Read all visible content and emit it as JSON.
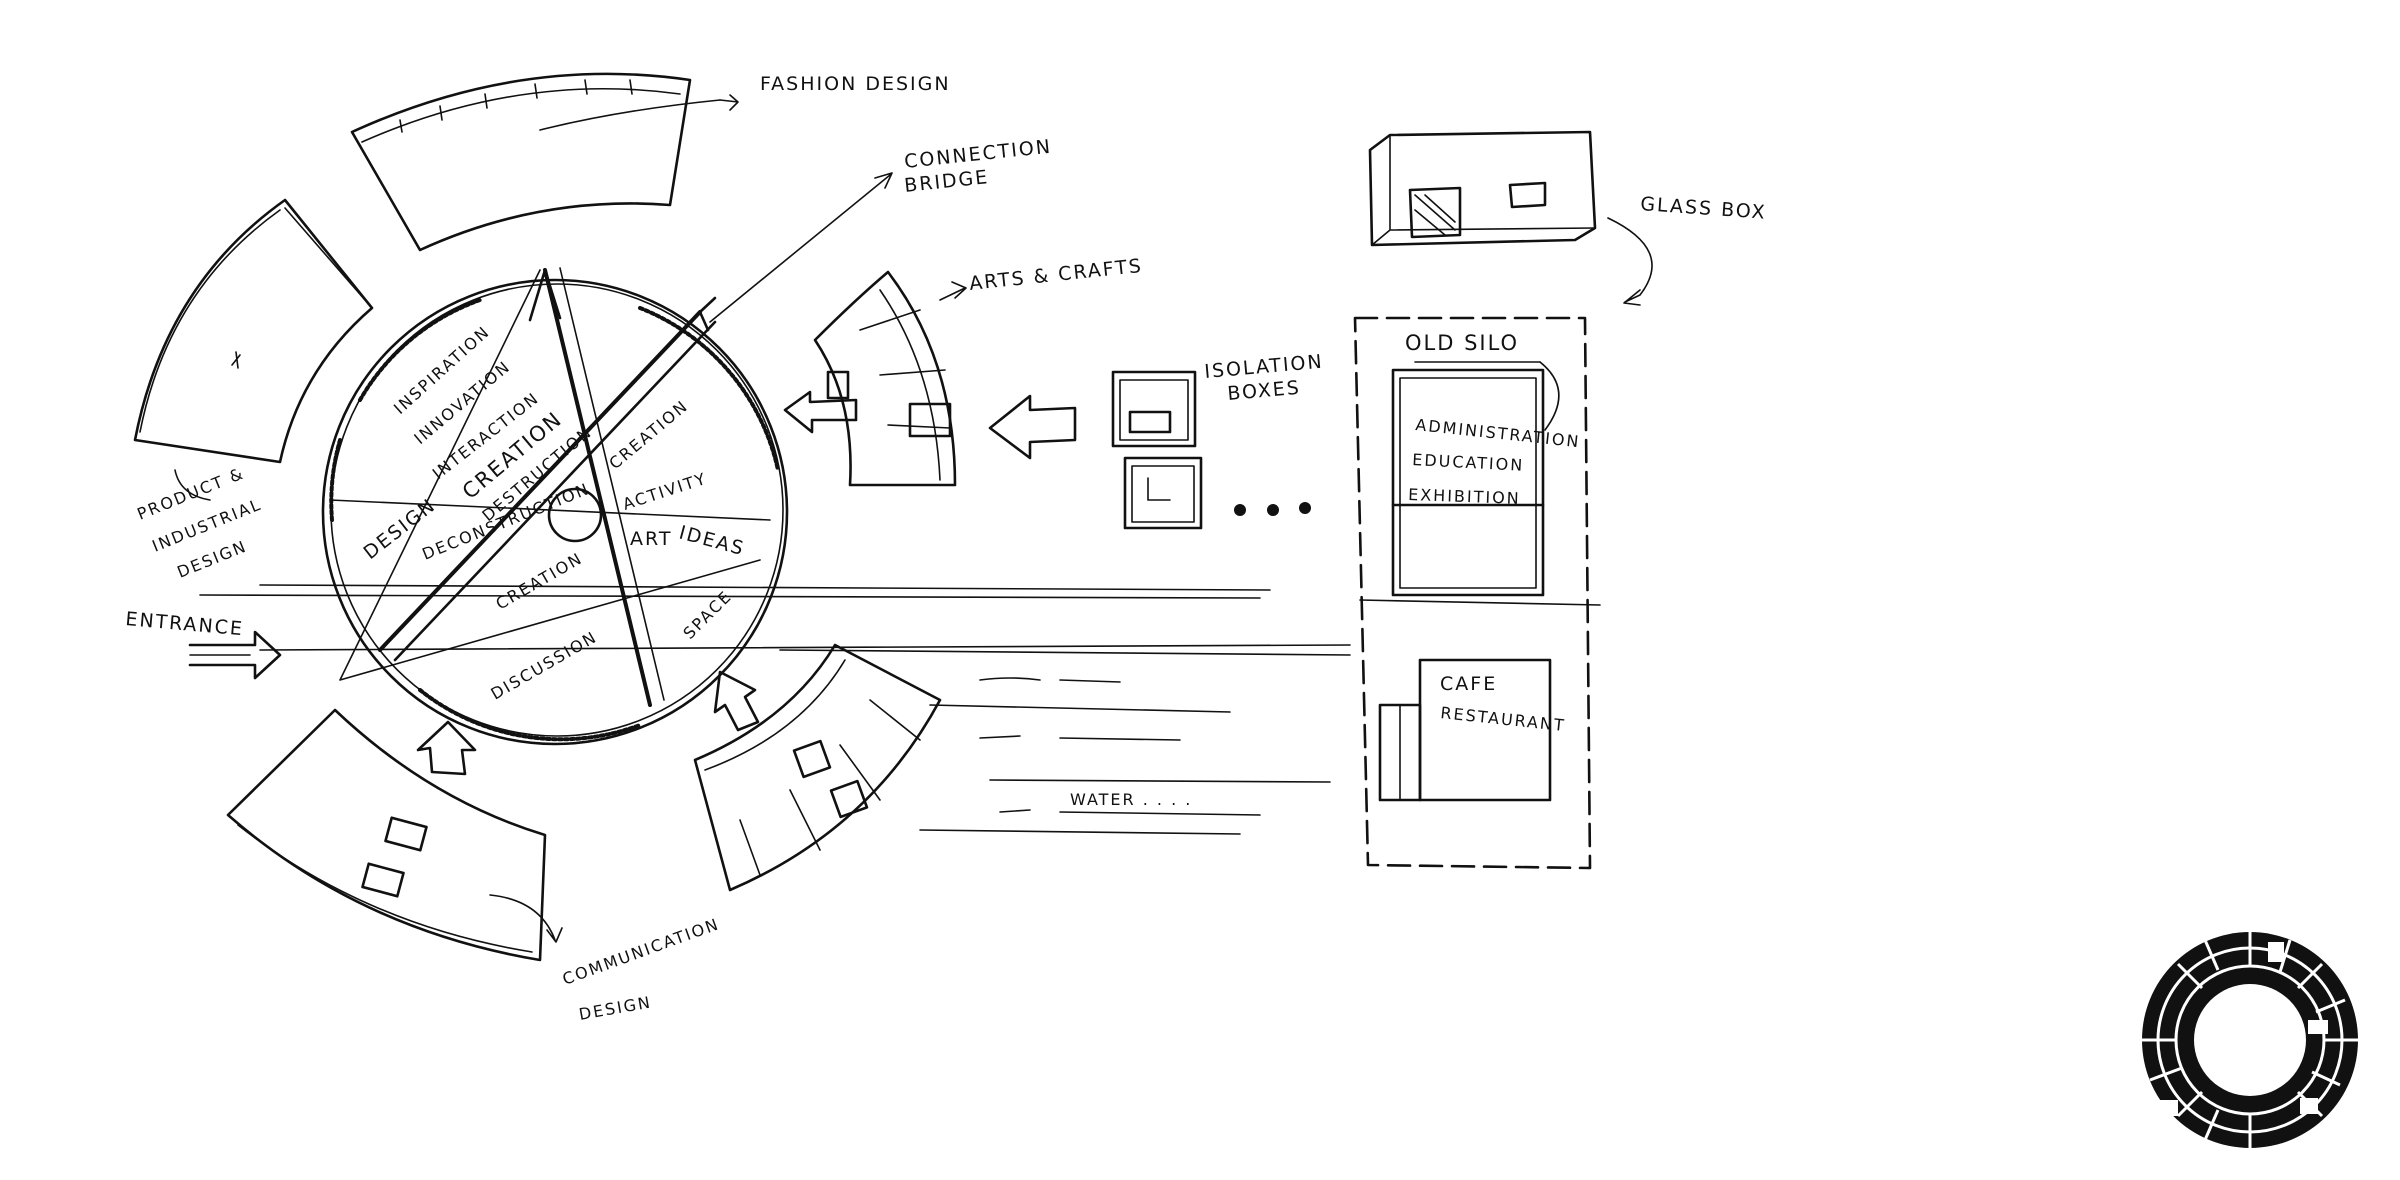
{
  "labels": {
    "fashion_design": "FASHION DESIGN",
    "connection_bridge_1": "CONNECTION",
    "connection_bridge_2": "BRIDGE",
    "arts_crafts": "ARTS & CRAFTS",
    "glass_box": "GLASS BOX",
    "isolation_boxes_1": "ISOLATION",
    "isolation_boxes_2": "BOXES",
    "old_silo": "OLD SILO",
    "administration": "ADMINISTRATION",
    "education": "EDUCATION",
    "exhibition": "EXHIBITION",
    "cafe": "CAFE",
    "restaurant": "RESTAURANT",
    "product_1": "PRODUCT &",
    "product_2": "INDUSTRIAL",
    "product_3": "DESIGN",
    "entrance": "ENTRANCE",
    "communication_1": "COMMUNICATION",
    "communication_2": "DESIGN",
    "water": "WATER . . . .",
    "inside": {
      "inspiration": "INSPIRATION",
      "innovation": "INNOVATION",
      "interaction": "INTERACTION",
      "creation_a": "CREATION",
      "destruction": "DESTRUCTION",
      "design": "DESIGN",
      "deconstruction": "DECONSTRUCTION",
      "creation_b": "CREATION",
      "activity": "ACTIVITY",
      "art": "ART",
      "ideas": "IDEAS",
      "creation_c": "CREATION",
      "discussion": "DISCUSSION",
      "space": "SPACE"
    }
  }
}
